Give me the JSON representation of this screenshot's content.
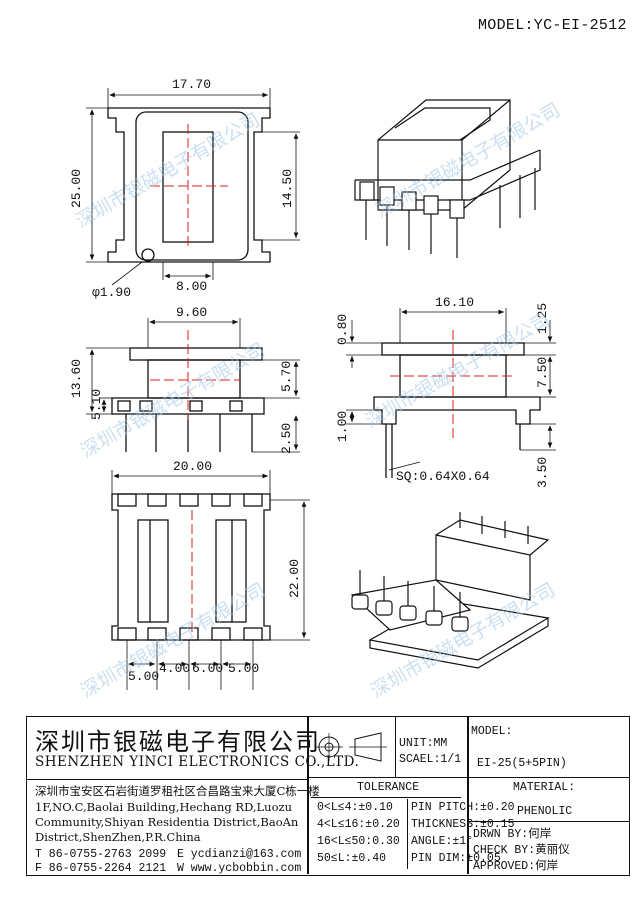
{
  "model_top": "MODEL:YC-EI-2512",
  "watermark": "深圳市银磁电子有限公司",
  "dims": {
    "A": "17.70",
    "B": "25.00",
    "E": "14.50",
    "C": "φ1.90",
    "D": "8.00",
    "F": "9.60",
    "G": "13.60",
    "H": "5.10",
    "J": "5.70",
    "I": "2.50",
    "K": "0.80",
    "L": "16.10",
    "M": "1.25",
    "N": "7.50",
    "T": "1.00",
    "R": "SQ:0.64X0.64",
    "O": "3.50",
    "P": "20.00",
    "Q": "22.00",
    "S1": "5.00",
    "S2": "4.00",
    "S3": "6.00",
    "S4": "5.00"
  },
  "company": {
    "name_cn": "深圳市银磁电子有限公司",
    "name_en": "SHENZHEN YINCI ELECTRONICS CO.,LTD.",
    "address_cn": "深圳市宝安区石岩街道罗租社区合昌路宝来大厦C栋一楼",
    "address_en_1": "1F,NO.C,Baolai Building,Hechang RD,Luozu",
    "address_en_2": "Community,Shiyan Residentia District,BaoAn",
    "address_en_3": "District,ShenZhen,P.R.China",
    "tel": "T 86-0755-2763 2099",
    "fax": "F 86-0755-2264 2121",
    "email": "E ycdianzi@163.com",
    "web": "W www.ycbobbin.com"
  },
  "unit": "UNIT:MM",
  "scale": "SCAEL:1/1",
  "model_label": "MODEL:",
  "model_value": "EI-25(5+5PIN)",
  "tolerance": {
    "title": "TOLERANCE",
    "rows": [
      "0<L≤4:±0.10",
      "4<L≤16:±0.20",
      "16<L≤50:0.30",
      "50≤L:±0.40"
    ],
    "pin": [
      "PIN PITCH:±0.20",
      "THICKNESS:±0.15",
      "ANGLE:±1°",
      "PIN DIM:±0.05"
    ]
  },
  "material_label": "MATERIAL:",
  "material_value": "PHENOLIC",
  "drawn": "DRWN BY:何岸",
  "check": "CHECK BY:黄丽仪",
  "approved": "APPROVED:何岸"
}
